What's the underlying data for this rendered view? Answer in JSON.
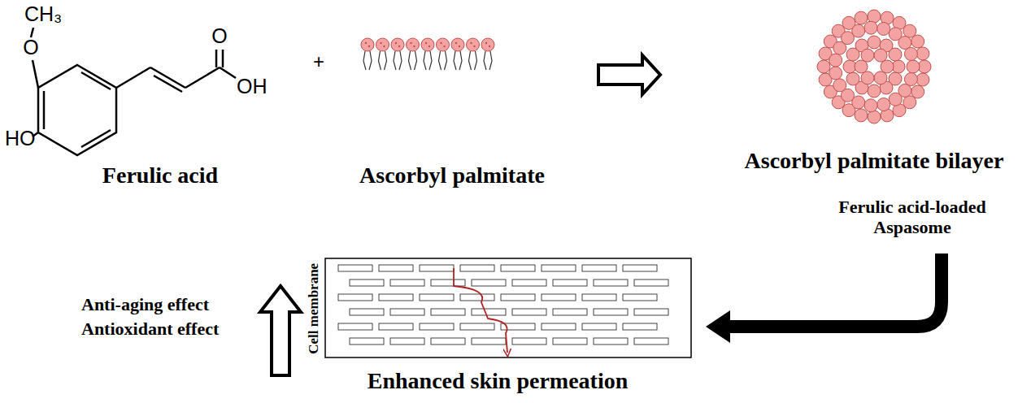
{
  "diagram": {
    "labels": [
      "CH₃",
      "O",
      "O",
      "OH",
      "HO",
      "Ferulic acid",
      "+",
      "Ascorbyl palmitate",
      "Ascorbyl palmitate bilayer",
      "Ferulic acid-loaded Aspasome",
      "Cell membrane",
      "Enhanced skin permeation",
      "Anti-aging effect",
      "Antioxidant effect"
    ]
  }
}
